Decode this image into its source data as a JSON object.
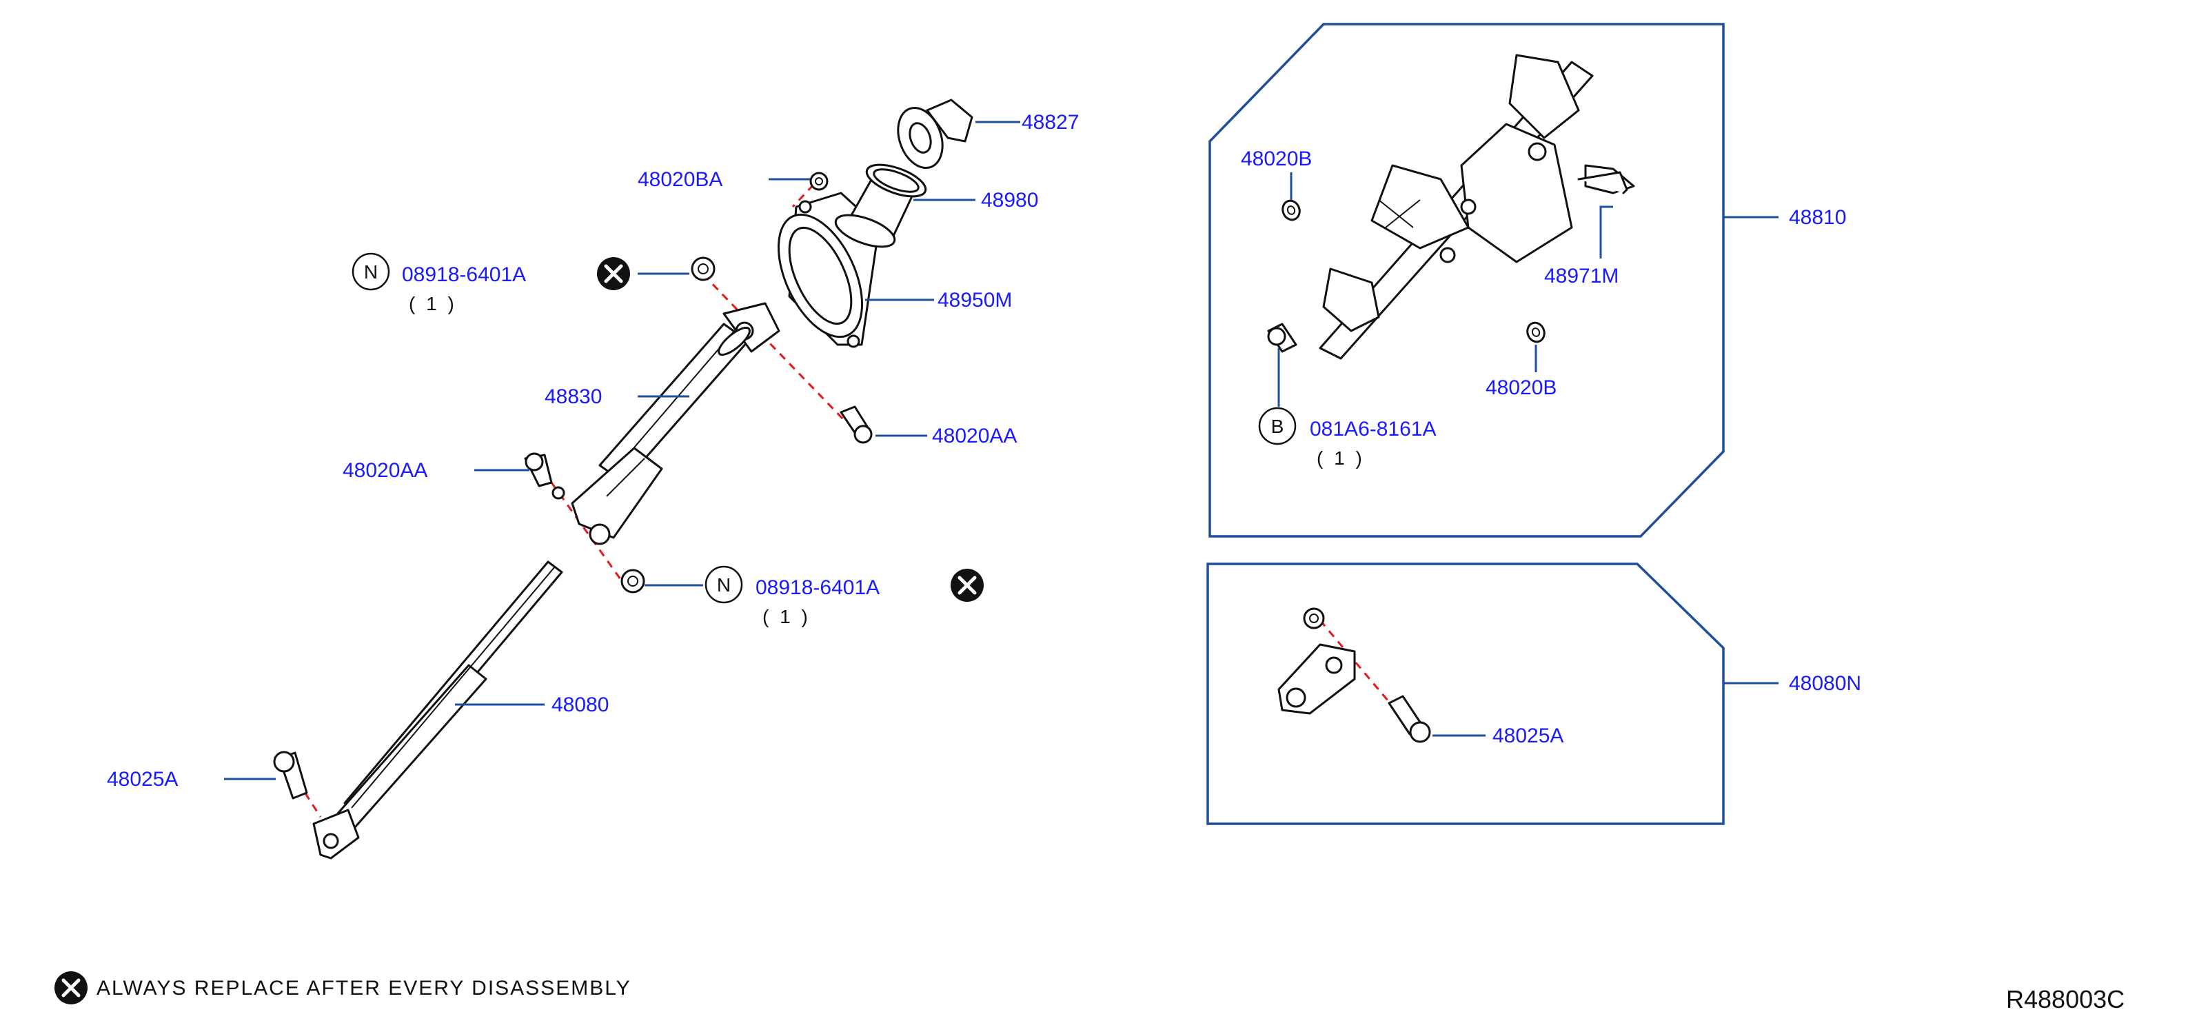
{
  "labels": {
    "p48827": "48827",
    "p48020BA": "48020BA",
    "p48980": "48980",
    "p08918_top": "08918-6401A",
    "p08918_top_qty": "( 1 )",
    "p48950M": "48950M",
    "p48830": "48830",
    "p48020AA_right": "48020AA",
    "p48020AA_left": "48020AA",
    "p08918_bottom": "08918-6401A",
    "p08918_bottom_qty": "( 1 )",
    "p48080": "48080",
    "p48025A_left": "48025A",
    "p48020B_top": "48020B",
    "p48810": "48810",
    "p48971M": "48971M",
    "p48020B_bottom": "48020B",
    "p081A6": "081A6-8161A",
    "p081A6_qty": "( 1 )",
    "p48080N": "48080N",
    "p48025A_right": "48025A"
  },
  "circle_letters": {
    "n": "N",
    "b": "B"
  },
  "legend": {
    "text": "ALWAYS   REPLACE   AFTER   EVERY   DISASSEMBLY"
  },
  "diagram_code": "R488003C",
  "colors": {
    "label": "#1a1aff",
    "leader": "#1f4e9c",
    "dashed": "#e21b1b"
  },
  "icons": {
    "replace_marker": "x-circle-icon"
  }
}
